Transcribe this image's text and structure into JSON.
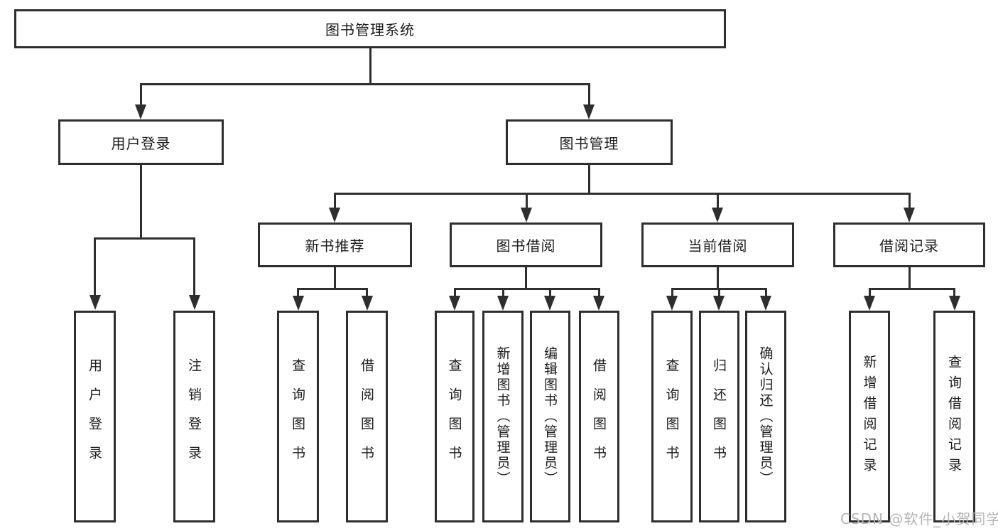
{
  "diagram": {
    "root": {
      "label": "图书管理系统"
    },
    "level2": [
      {
        "label": "用户登录"
      },
      {
        "label": "图书管理"
      }
    ],
    "level3": [
      {
        "label": "新书推荐"
      },
      {
        "label": "图书借阅"
      },
      {
        "label": "当前借阅"
      },
      {
        "label": "借阅记录"
      }
    ],
    "leaves": {
      "user_login": [
        "用户登录",
        "注销登录"
      ],
      "new_books": [
        "查询图书",
        "借阅图书"
      ],
      "book_borrowing": [
        "查询图书",
        "新增图书（管理员）",
        "编辑图书（管理员）",
        "借阅图书"
      ],
      "current_borrowing": [
        "查询图书",
        "归还图书",
        "确认归还（管理员）"
      ],
      "borrowing_records": [
        "新增借阅记录",
        "查询借阅记录"
      ]
    }
  },
  "watermark": {
    "text": "CSDN @软件_小贺同学"
  },
  "colors": {
    "line": "#2e2e2e",
    "text": "#1b1b1b",
    "watermark": "#b4b4b4",
    "background": "#ffffff"
  }
}
